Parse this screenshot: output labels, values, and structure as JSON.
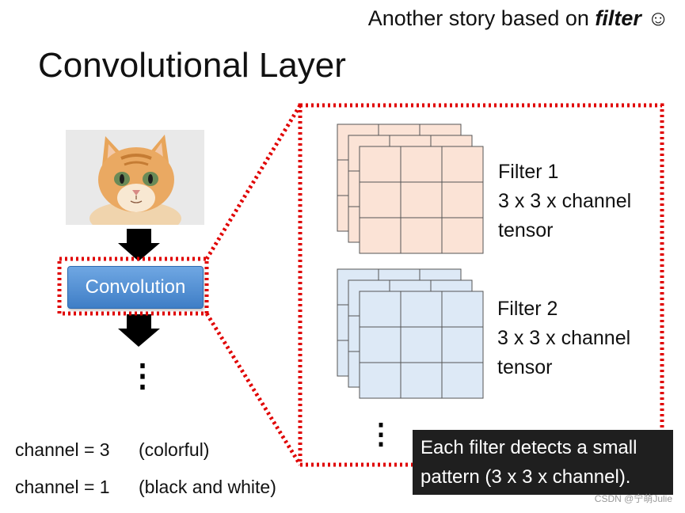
{
  "header": {
    "subtitle_prefix": "Another story based on ",
    "subtitle_emphasis": "filter",
    "subtitle_suffix": " ☺",
    "title": "Convolutional Layer"
  },
  "pipeline": {
    "button_label": "Convolution",
    "ellipsis": "⋮"
  },
  "filters": [
    {
      "name": "Filter 1",
      "shape": "3 x 3 x channel",
      "kind": "tensor",
      "fill": "#fbe3d6"
    },
    {
      "name": "Filter 2",
      "shape": "3 x 3 x channel",
      "kind": "tensor",
      "fill": "#dde9f6"
    }
  ],
  "caption": {
    "line1": "Each filter detects a small",
    "line2": "pattern (3 x 3 x channel)."
  },
  "channels": [
    {
      "text": "channel = 3",
      "note": "(colorful)"
    },
    {
      "text": "channel = 1",
      "note": "(black and white)"
    }
  ],
  "watermark": "CSDN @宁萌Julie",
  "colors": {
    "dotted_border": "#e00000",
    "arrow": "#000000"
  }
}
